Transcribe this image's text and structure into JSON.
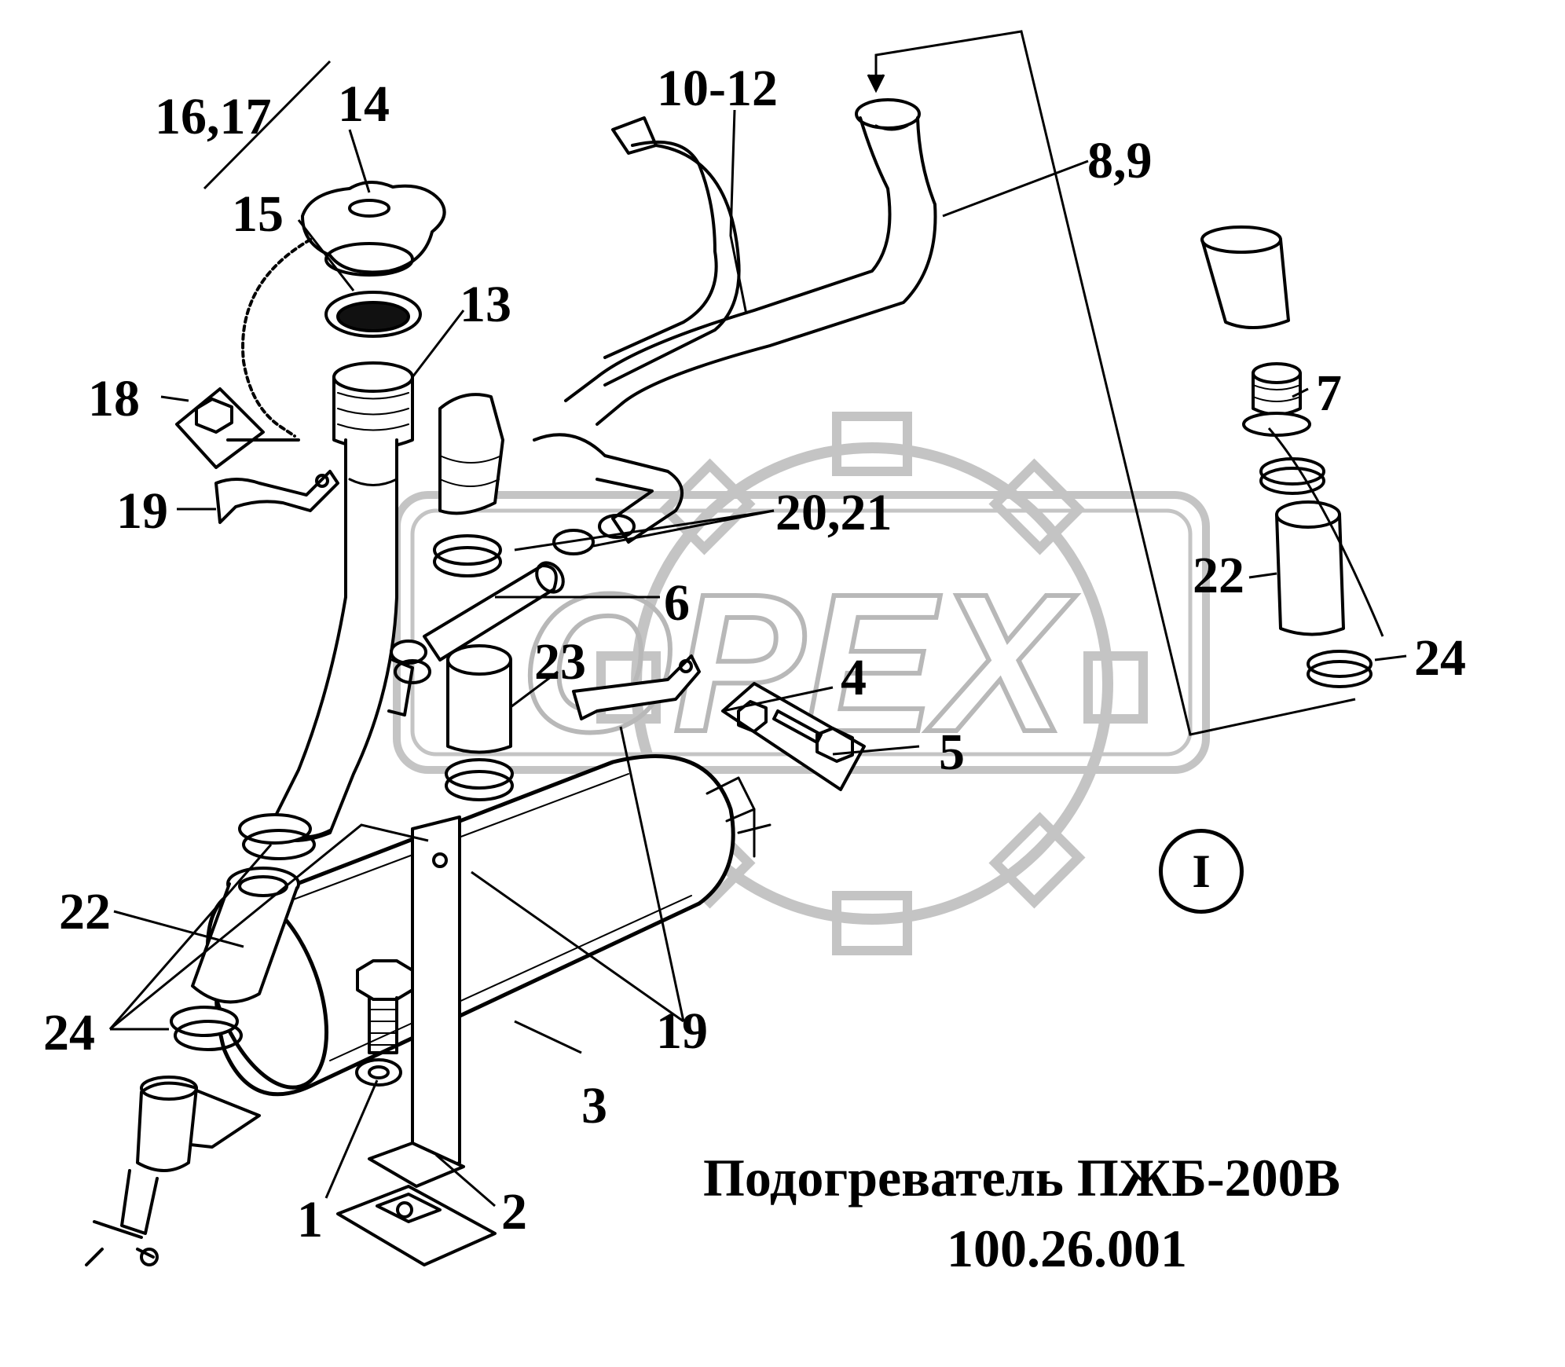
{
  "title": {
    "line1": "Подогреватель ПЖБ-200В",
    "line2": "100.26.001"
  },
  "view_marker": "I",
  "watermark": "OPEX",
  "callouts": {
    "c16_17": "16,17",
    "c14": "14",
    "c15": "15",
    "c13": "13",
    "c18": "18",
    "c19_left": "19",
    "c10_12": "10-12",
    "c8_9": "8,9",
    "c7": "7",
    "c20_21": "20,21",
    "c6": "6",
    "c23": "23",
    "c4": "4",
    "c5": "5",
    "c22_right": "22",
    "c24_right": "24",
    "c22_left": "22",
    "c24_left": "24",
    "c19_bottom": "19",
    "c3": "3",
    "c1": "1",
    "c2": "2"
  },
  "colors": {
    "ink": "#000000",
    "watermark": "#bfbfbf",
    "paper": "#ffffff"
  }
}
